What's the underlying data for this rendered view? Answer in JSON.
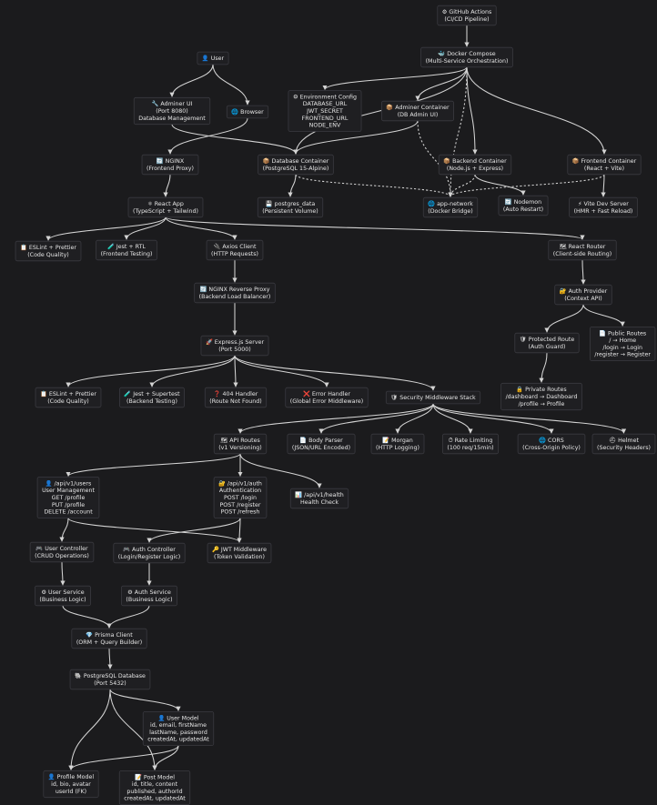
{
  "nodes": [
    {
      "id": "gha",
      "icon": "⚙",
      "lines": [
        "GitHub Actions",
        "(CI/CD Pipeline)"
      ]
    },
    {
      "id": "dc",
      "icon": "🐳",
      "lines": [
        "Docker Compose",
        "(Multi-Service Orchestration)"
      ]
    },
    {
      "id": "user",
      "icon": "👤",
      "lines": [
        "User"
      ]
    },
    {
      "id": "adminerui",
      "icon": "🔧",
      "lines": [
        "Adminer UI",
        "(Port 8080)",
        "Database Management"
      ]
    },
    {
      "id": "browser",
      "icon": "🌐",
      "lines": [
        "Browser"
      ]
    },
    {
      "id": "env",
      "icon": "⚙",
      "lines": [
        "Environment Config",
        "DATABASE_URL",
        "JWT_SECRET",
        "FRONTEND_URL",
        "NODE_ENV"
      ]
    },
    {
      "id": "adminerc",
      "icon": "📦",
      "lines": [
        "Adminer Container",
        "(DB Admin UI)"
      ]
    },
    {
      "id": "nginx",
      "icon": "🔄",
      "lines": [
        "NGINX",
        "(Frontend Proxy)"
      ]
    },
    {
      "id": "dbc",
      "icon": "📦",
      "lines": [
        "Database Container",
        "(PostgreSQL 15-Alpine)"
      ]
    },
    {
      "id": "bc",
      "icon": "📦",
      "lines": [
        "Backend Container",
        "(Node.js + Express)"
      ]
    },
    {
      "id": "fc",
      "icon": "📦",
      "lines": [
        "Frontend Container",
        "(React + Vite)"
      ]
    },
    {
      "id": "react",
      "icon": "⚛",
      "lines": [
        "React App",
        "(TypeScript + Tailwind)"
      ]
    },
    {
      "id": "pgdata",
      "icon": "💾",
      "lines": [
        "postgres_data",
        "(Persistent Volume)"
      ]
    },
    {
      "id": "net",
      "icon": "🌐",
      "lines": [
        "app-network",
        "(Docker Bridge)"
      ]
    },
    {
      "id": "nodemon",
      "icon": "🔄",
      "lines": [
        "Nodemon",
        "(Auto Restart)"
      ]
    },
    {
      "id": "vite",
      "icon": "⚡",
      "lines": [
        "Vite Dev Server",
        "(HMR + Fast Reload)"
      ]
    },
    {
      "id": "eslintf",
      "icon": "📋",
      "lines": [
        "ESLint + Prettier",
        "(Code Quality)"
      ]
    },
    {
      "id": "jestf",
      "icon": "🧪",
      "lines": [
        "Jest + RTL",
        "(Frontend Testing)"
      ]
    },
    {
      "id": "axios",
      "icon": "🔌",
      "lines": [
        "Axios Client",
        "(HTTP Requests)"
      ]
    },
    {
      "id": "router",
      "icon": "🗺",
      "lines": [
        "React Router",
        "(Client-side Routing)"
      ]
    },
    {
      "id": "nginxr",
      "icon": "🔄",
      "lines": [
        "NGINX Reverse Proxy",
        "(Backend Load Balancer)"
      ]
    },
    {
      "id": "authp",
      "icon": "🔐",
      "lines": [
        "Auth Provider",
        "(Context API)"
      ]
    },
    {
      "id": "express",
      "icon": "🚀",
      "lines": [
        "Express.js Server",
        "(Port 5000)"
      ]
    },
    {
      "id": "protected",
      "icon": "🛡",
      "lines": [
        "Protected Route",
        "(Auth Guard)"
      ]
    },
    {
      "id": "public",
      "icon": "📄",
      "lines": [
        "Public Routes",
        "/ → Home",
        "/login → Login",
        "/register → Register"
      ]
    },
    {
      "id": "eslintb",
      "icon": "📋",
      "lines": [
        "ESLint + Prettier",
        "(Code Quality)"
      ]
    },
    {
      "id": "jestb",
      "icon": "🧪",
      "lines": [
        "Jest + Supertest",
        "(Backend Testing)"
      ]
    },
    {
      "id": "nf",
      "icon": "❓",
      "lines": [
        "404 Handler",
        "(Route Not Found)"
      ]
    },
    {
      "id": "err",
      "icon": "❌",
      "lines": [
        "Error Handler",
        "(Global Error Middleware)"
      ]
    },
    {
      "id": "sec",
      "icon": "🛡",
      "lines": [
        "Security Middleware Stack"
      ]
    },
    {
      "id": "private",
      "icon": "🔒",
      "lines": [
        "Private Routes",
        "/dashboard → Dashboard",
        "/profile → Profile"
      ]
    },
    {
      "id": "api",
      "icon": "🗺",
      "lines": [
        "API Routes",
        "(v1 Versioning)"
      ]
    },
    {
      "id": "body",
      "icon": "📄",
      "lines": [
        "Body Parser",
        "(JSON/URL Encoded)"
      ]
    },
    {
      "id": "morgan",
      "icon": "📝",
      "lines": [
        "Morgan",
        "(HTTP Logging)"
      ]
    },
    {
      "id": "rate",
      "icon": "⏱",
      "lines": [
        "Rate Limiting",
        "(100 req/15min)"
      ]
    },
    {
      "id": "cors",
      "icon": "🌐",
      "lines": [
        "CORS",
        "(Cross-Origin Policy)"
      ]
    },
    {
      "id": "helmet",
      "icon": "⛑",
      "lines": [
        "Helmet",
        "(Security Headers)"
      ]
    },
    {
      "id": "users",
      "icon": "👤",
      "lines": [
        "/api/v1/users",
        "User Management",
        "GET /profile",
        "PUT /profile",
        "DELETE /account"
      ]
    },
    {
      "id": "auth",
      "icon": "🔐",
      "lines": [
        "/api/v1/auth",
        "Authentication",
        "POST /login",
        "POST /register",
        "POST /refresh"
      ]
    },
    {
      "id": "health",
      "icon": "📊",
      "lines": [
        "/api/v1/health",
        "Health Check"
      ]
    },
    {
      "id": "uctl",
      "icon": "🎮",
      "lines": [
        "User Controller",
        "(CRUD Operations)"
      ]
    },
    {
      "id": "actl",
      "icon": "🎮",
      "lines": [
        "Auth Controller",
        "(Login/Register Logic)"
      ]
    },
    {
      "id": "jwt",
      "icon": "🔑",
      "lines": [
        "JWT Middleware",
        "(Token Validation)"
      ]
    },
    {
      "id": "usvc",
      "icon": "⚙",
      "lines": [
        "User Service",
        "(Business Logic)"
      ]
    },
    {
      "id": "asvc",
      "icon": "⚙",
      "lines": [
        "Auth Service",
        "(Business Logic)"
      ]
    },
    {
      "id": "prisma",
      "icon": "💎",
      "lines": [
        "Prisma Client",
        "(ORM + Query Builder)"
      ]
    },
    {
      "id": "pgdb",
      "icon": "🐘",
      "lines": [
        "PostgreSQL Database",
        "(Port 5432)"
      ]
    },
    {
      "id": "umodel",
      "icon": "👤",
      "lines": [
        "User Model",
        "id, email, firstName",
        "lastName, password",
        "createdAt, updatedAt"
      ]
    },
    {
      "id": "pmodel",
      "icon": "👤",
      "lines": [
        "Profile Model",
        "id, bio, avatar",
        "userId (FK)"
      ]
    },
    {
      "id": "postm",
      "icon": "📝",
      "lines": [
        "Post Model",
        "id, title, content",
        "published, authorId",
        "createdAt, updatedAt"
      ]
    }
  ],
  "edges": [
    [
      "gha",
      "dc",
      false
    ],
    [
      "dc",
      "env",
      false
    ],
    [
      "dc",
      "adminerc",
      false
    ],
    [
      "dc",
      "dbc",
      false
    ],
    [
      "dc",
      "bc",
      false
    ],
    [
      "dc",
      "fc",
      false
    ],
    [
      "user",
      "adminerui",
      false
    ],
    [
      "user",
      "browser",
      false
    ],
    [
      "browser",
      "nginx",
      false
    ],
    [
      "adminerui",
      "dbc",
      false
    ],
    [
      "adminerc",
      "dbc",
      false
    ],
    [
      "nginx",
      "react",
      false
    ],
    [
      "dbc",
      "pgdata",
      false
    ],
    [
      "bc",
      "nodemon",
      false
    ],
    [
      "fc",
      "vite",
      false
    ],
    [
      "dbc",
      "net",
      true
    ],
    [
      "adminerc",
      "net",
      true
    ],
    [
      "bc",
      "net",
      true
    ],
    [
      "fc",
      "net",
      true
    ],
    [
      "dc",
      "net",
      true
    ],
    [
      "react",
      "eslintf",
      false
    ],
    [
      "react",
      "jestf",
      false
    ],
    [
      "react",
      "axios",
      false
    ],
    [
      "react",
      "router",
      false
    ],
    [
      "axios",
      "nginxr",
      false
    ],
    [
      "nginxr",
      "express",
      false
    ],
    [
      "router",
      "authp",
      false
    ],
    [
      "authp",
      "protected",
      false
    ],
    [
      "authp",
      "public",
      false
    ],
    [
      "protected",
      "private",
      false
    ],
    [
      "express",
      "eslintb",
      false
    ],
    [
      "express",
      "jestb",
      false
    ],
    [
      "express",
      "nf",
      false
    ],
    [
      "express",
      "err",
      false
    ],
    [
      "express",
      "sec",
      false
    ],
    [
      "sec",
      "api",
      false
    ],
    [
      "sec",
      "body",
      false
    ],
    [
      "sec",
      "morgan",
      false
    ],
    [
      "sec",
      "rate",
      false
    ],
    [
      "sec",
      "cors",
      false
    ],
    [
      "sec",
      "helmet",
      false
    ],
    [
      "api",
      "users",
      false
    ],
    [
      "api",
      "auth",
      false
    ],
    [
      "api",
      "health",
      false
    ],
    [
      "users",
      "uctl",
      false
    ],
    [
      "users",
      "jwt",
      false
    ],
    [
      "auth",
      "actl",
      false
    ],
    [
      "auth",
      "jwt",
      false
    ],
    [
      "uctl",
      "usvc",
      false
    ],
    [
      "actl",
      "asvc",
      false
    ],
    [
      "usvc",
      "prisma",
      false
    ],
    [
      "asvc",
      "prisma",
      false
    ],
    [
      "prisma",
      "pgdb",
      false
    ],
    [
      "pgdb",
      "umodel",
      false
    ],
    [
      "pgdb",
      "pmodel",
      false
    ],
    [
      "pgdb",
      "postm",
      false
    ],
    [
      "umodel",
      "pmodel",
      false
    ],
    [
      "umodel",
      "postm",
      false
    ]
  ]
}
